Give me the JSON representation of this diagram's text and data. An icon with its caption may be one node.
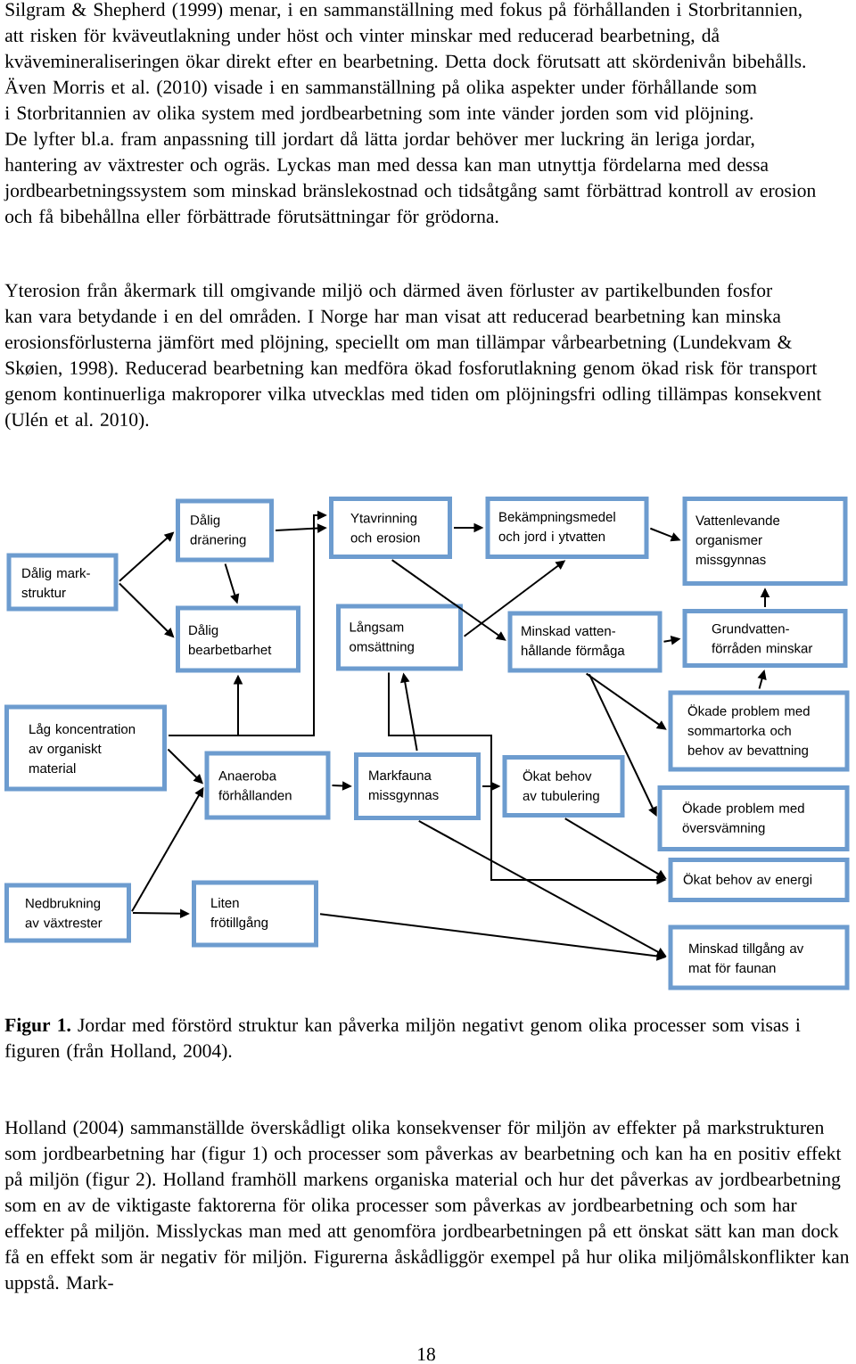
{
  "diagram": {
    "caption": "**Figur 1.** Jordar med förstörd struktur kan påverka miljön negativt genom olika processer som visas i figuren (från Holland, 2004).",
    "nodes": [
      {
        "text": [
          "Dålig mark- struktur"
        ]
      },
      {
        "text": [
          "Dålig dränering"
        ]
      },
      {
        "text": [
          "Dålig bearbetbarhet"
        ]
      },
      {
        "text": [
          "Ytavrinning och erosion"
        ]
      },
      {
        "text": [
          "Bekämpningsmedel och jord i ytvatten"
        ]
      },
      {
        "text": [
          "Vattenlevande organismer missgynnas"
        ]
      },
      {
        "text": [
          "Långsam omsättning"
        ]
      },
      {
        "text": [
          "Minskad vatten- hållande förmåga"
        ]
      },
      {
        "text": [
          "Grundvatten- förråden minskar"
        ]
      },
      {
        "text": [
          "Låg koncentration av organiskt material"
        ]
      },
      {
        "text": [
          "Ökade problem med sommartorka och behov av bevattning"
        ]
      },
      {
        "text": [
          "Anaeroba förhållanden"
        ]
      },
      {
        "text": [
          "Markfauna missgynnas"
        ]
      },
      {
        "text": [
          "Ökat behov av tubulering"
        ]
      },
      {
        "text": [
          "Ökade problem med översvämning"
        ]
      },
      {
        "text": [
          "Nedbrukning av växtrester"
        ]
      },
      {
        "text": [
          "Liten frötillgång"
        ]
      },
      {
        "text": [
          "Ökat behov av energi"
        ]
      },
      {
        "text": [
          "Minskad tillgång av mat för faunan"
        ]
      }
    ],
    "edges": [
      {
        "from": 0,
        "to": 1,
        "arrow": "to"
      },
      {
        "from": 0,
        "to": 2,
        "arrow": "to"
      },
      {
        "from": 1,
        "to": 2,
        "arrow": "to"
      },
      {
        "from": 1,
        "to": 3,
        "arrow": "to"
      },
      {
        "from": 9,
        "to": 3,
        "arrow": "to"
      },
      {
        "from": 9,
        "to": 2,
        "arrow": "to"
      },
      {
        "from": 3,
        "to": 4,
        "arrow": "to"
      },
      {
        "from": 4,
        "to": 5,
        "arrow": "to"
      },
      {
        "from": 3,
        "to": 7,
        "arrow": "to"
      },
      {
        "from": 6,
        "to": 4,
        "arrow": "to"
      },
      {
        "from": 7,
        "to": 8,
        "arrow": "to"
      },
      {
        "from": 8,
        "to": 5,
        "arrow": "to"
      },
      {
        "from": 10,
        "to": 8,
        "arrow": "to"
      },
      {
        "from": 7,
        "to": 10,
        "arrow": "to"
      },
      {
        "from": 7,
        "to": 14,
        "arrow": "to"
      },
      {
        "from": 9,
        "to": 11,
        "arrow": "to"
      },
      {
        "from": 15,
        "to": 11,
        "arrow": "to"
      },
      {
        "from": 15,
        "to": 16,
        "arrow": "to"
      },
      {
        "from": 11,
        "to": 12,
        "arrow": "to"
      },
      {
        "from": 12,
        "to": 6,
        "arrow": "to"
      },
      {
        "from": 12,
        "to": 13,
        "arrow": "to"
      },
      {
        "from": 6,
        "to": 17,
        "arrow": "to"
      },
      {
        "from": 13,
        "to": 17,
        "arrow": "to"
      },
      {
        "from": 12,
        "to": 18,
        "arrow": "to"
      },
      {
        "from": 16,
        "to": 18,
        "arrow": "to"
      }
    ],
    "labels": [
      "Silgram & Shepherd (1999) menar, i en sammanställning med fokus på förhållanden i Storbritannien, att risken för kväveutlakning under höst och vinter minskar med reducerad bearbetning, då kvävemineraliseringen ökar direkt efter en bearbetning. Detta dock förutsatt att skördenivån bibehålls. Även Morris et al. (2010) visade i en sammanställning på olika aspekter under förhållande som i Storbritannien av olika system med jordbearbetning som inte vänder jorden som vid plöjning. De lyfter bl.a. fram anpassning till jordart då lätta jordar behöver mer luckring än leriga jordar, hantering av växtrester och ogräs. Lyckas man med dessa kan man utnyttja fördelarna med dessa jordbearbetningssystem som minskad bränslekostnad och tidsåtgång samt förbättrad kontroll av erosion och få bibehållna eller förbättrade förutsättningar för grödorna.",
      "Yterosion från åkermark till omgivande miljö och därmed även förluster av partikelbunden fosfor kan vara betydande i en del områden. I Norge har man visat att reducerad bearbetning kan minska erosionsförlusterna jämfört med plöjning, speciellt om man tillämpar vårbearbetning (Lundekvam & Skøien, 1998). Reducerad bearbetning kan medföra ökad fosforutlakning genom ökad risk för transport genom kontinuerliga makroporer vilka utvecklas med tiden om plöjningsfri odling tillämpas konsekvent (Ulén et al. 2010).",
      "Holland (2004) sammanställde överskådligt olika konsekvenser för miljön av effekter på markstrukturen som jordbearbetning har (figur 1) och processer som påverkas av bearbetning och kan ha en positiv effekt på miljön (figur 2). Holland framhöll markens organiska material och hur det påverkas av jordbearbetning som en av de viktigaste faktorerna för olika processer som påverkas av jordbearbetning och som har effekter på miljön. Misslyckas man med att genomföra jordbearbetningen på ett önskat sätt kan man dock få en effekt som är negativ för miljön. Figurerna åskådliggör exempel på hur olika miljömålskonflikter kan uppstå. Mark-",
      "18"
    ]
  }
}
